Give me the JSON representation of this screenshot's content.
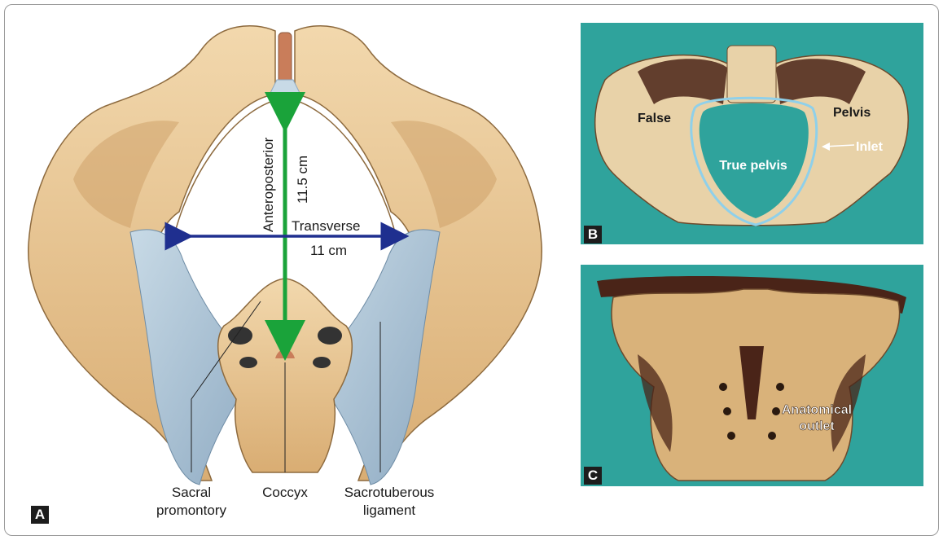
{
  "panels": {
    "A": {
      "label": "A",
      "measurements": {
        "anteroposterior": "Anteroposterior",
        "anteroposterior_value": "11.5 cm",
        "transverse": "Transverse",
        "transverse_value": "11 cm"
      },
      "labels": {
        "sacral_line1": "Sacral",
        "sacral_line2": "promontory",
        "coccyx": "Coccyx",
        "sacrotuberous_line1": "Sacrotuberous",
        "sacrotuberous_line2": "ligament"
      }
    },
    "B": {
      "label": "B",
      "labels": {
        "false": "False",
        "pelvis": "Pelvis",
        "true_pelvis": "True pelvis",
        "inlet": "Inlet"
      }
    },
    "C": {
      "label": "C",
      "labels": {
        "anatomical": "Anatomical",
        "outlet": "outlet"
      }
    }
  },
  "colors": {
    "bone": "#e8c79a",
    "bone_shadow": "#c99a60",
    "ligament": "#a9c2d6",
    "green_arrow": "#1aa33a",
    "blue_arrow": "#1f2f8f",
    "photo_bg": "#2fa39c",
    "inlet_outline": "#8fd0ea"
  }
}
